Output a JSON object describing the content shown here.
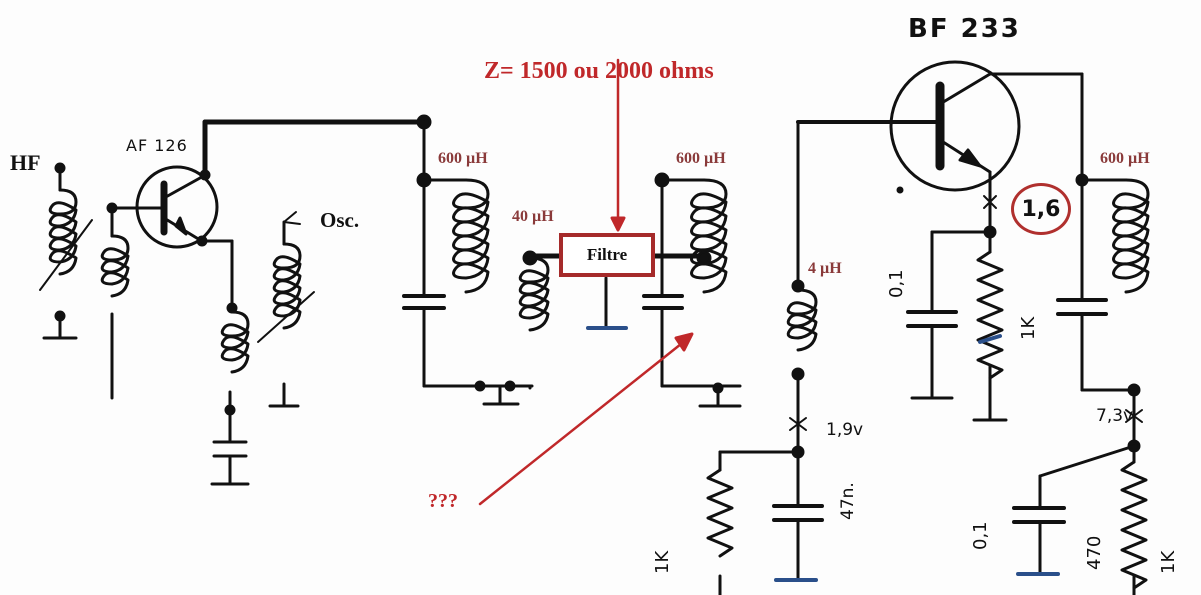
{
  "colors": {
    "wire": "#111111",
    "annotation_red": "#c0282a",
    "label_brown": "#8a3a3a",
    "ground_blue": "#2a4f8a",
    "paper": "#fdfdfd"
  },
  "labels": {
    "hf": "HF",
    "af126": "AF 126",
    "osc": "Osc.",
    "l600_left": "600 µH",
    "l40": "40 µH",
    "impedance_title": "Z= 1500 ou 2000 ohms",
    "filtre": "Filtre",
    "l600_mid": "600 µH",
    "question": "???",
    "bf233": "BF 233",
    "l4": "4 µH",
    "v19": "1,9v",
    "c47n": "47n.",
    "r1k_left": "1K",
    "c01_top": "0,1",
    "r1k_top": "1K",
    "v16": "1,6",
    "l600_right": "600 µH",
    "v73": "7,3v",
    "c01_bottom": "0,1",
    "r470": "470",
    "r1k_right": "1K"
  },
  "icons": {
    "transistor_left": "transistor-icon",
    "transistor_right": "transistor-icon",
    "coil": "inductor-icon",
    "capacitor": "capacitor-icon",
    "resistor": "resistor-icon",
    "arrow": "arrow-icon"
  }
}
